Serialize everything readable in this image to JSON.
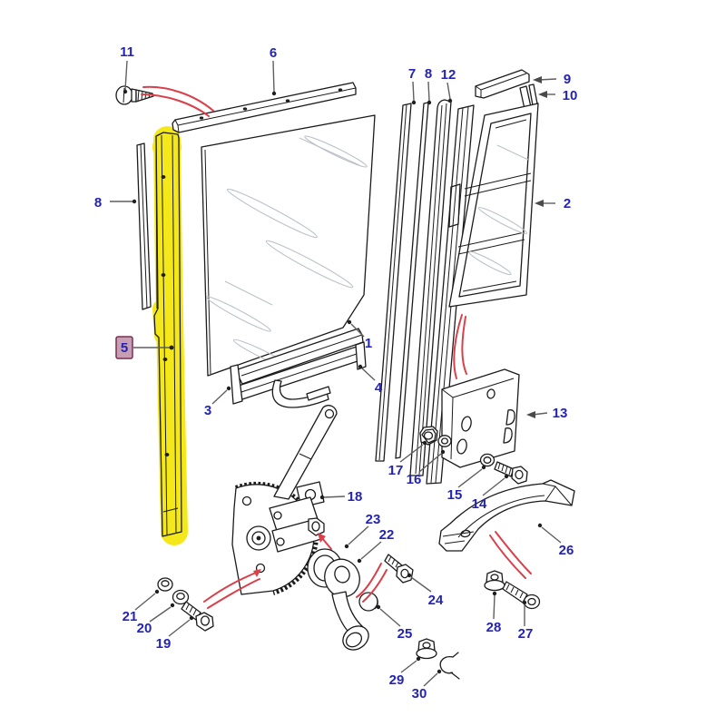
{
  "diagram": {
    "type": "exploded-parts-diagram",
    "subject": "Vehicle door window glass, glass runs and window regulator assembly",
    "background_color": "#ffffff",
    "outline_color": "#1b1b1b",
    "label_color": "#2424b4",
    "leader_color": "#5f5f5f",
    "guide_arrow_color": "#d9404a",
    "highlight": {
      "highlighted_part_number": "5",
      "glow_color": "#f4e81a",
      "label_box_fill": "#c79fb5",
      "label_box_border": "#7b2e50"
    },
    "callouts": {
      "n1": "1",
      "n2": "2",
      "n3": "3",
      "n4": "4",
      "n5": "5",
      "n6": "6",
      "n7": "7",
      "n8": "8",
      "n9": "9",
      "n10": "10",
      "n11": "11",
      "n12": "12",
      "n13": "13",
      "n14": "14",
      "n15": "15",
      "n16": "16",
      "n17": "17",
      "n18": "18",
      "n19": "19",
      "n20": "20",
      "n21": "21",
      "n22": "22",
      "n23": "23",
      "n24": "24",
      "n25": "25",
      "n26": "26",
      "n27": "27",
      "n28": "28",
      "n29": "29",
      "n30": "30"
    }
  }
}
